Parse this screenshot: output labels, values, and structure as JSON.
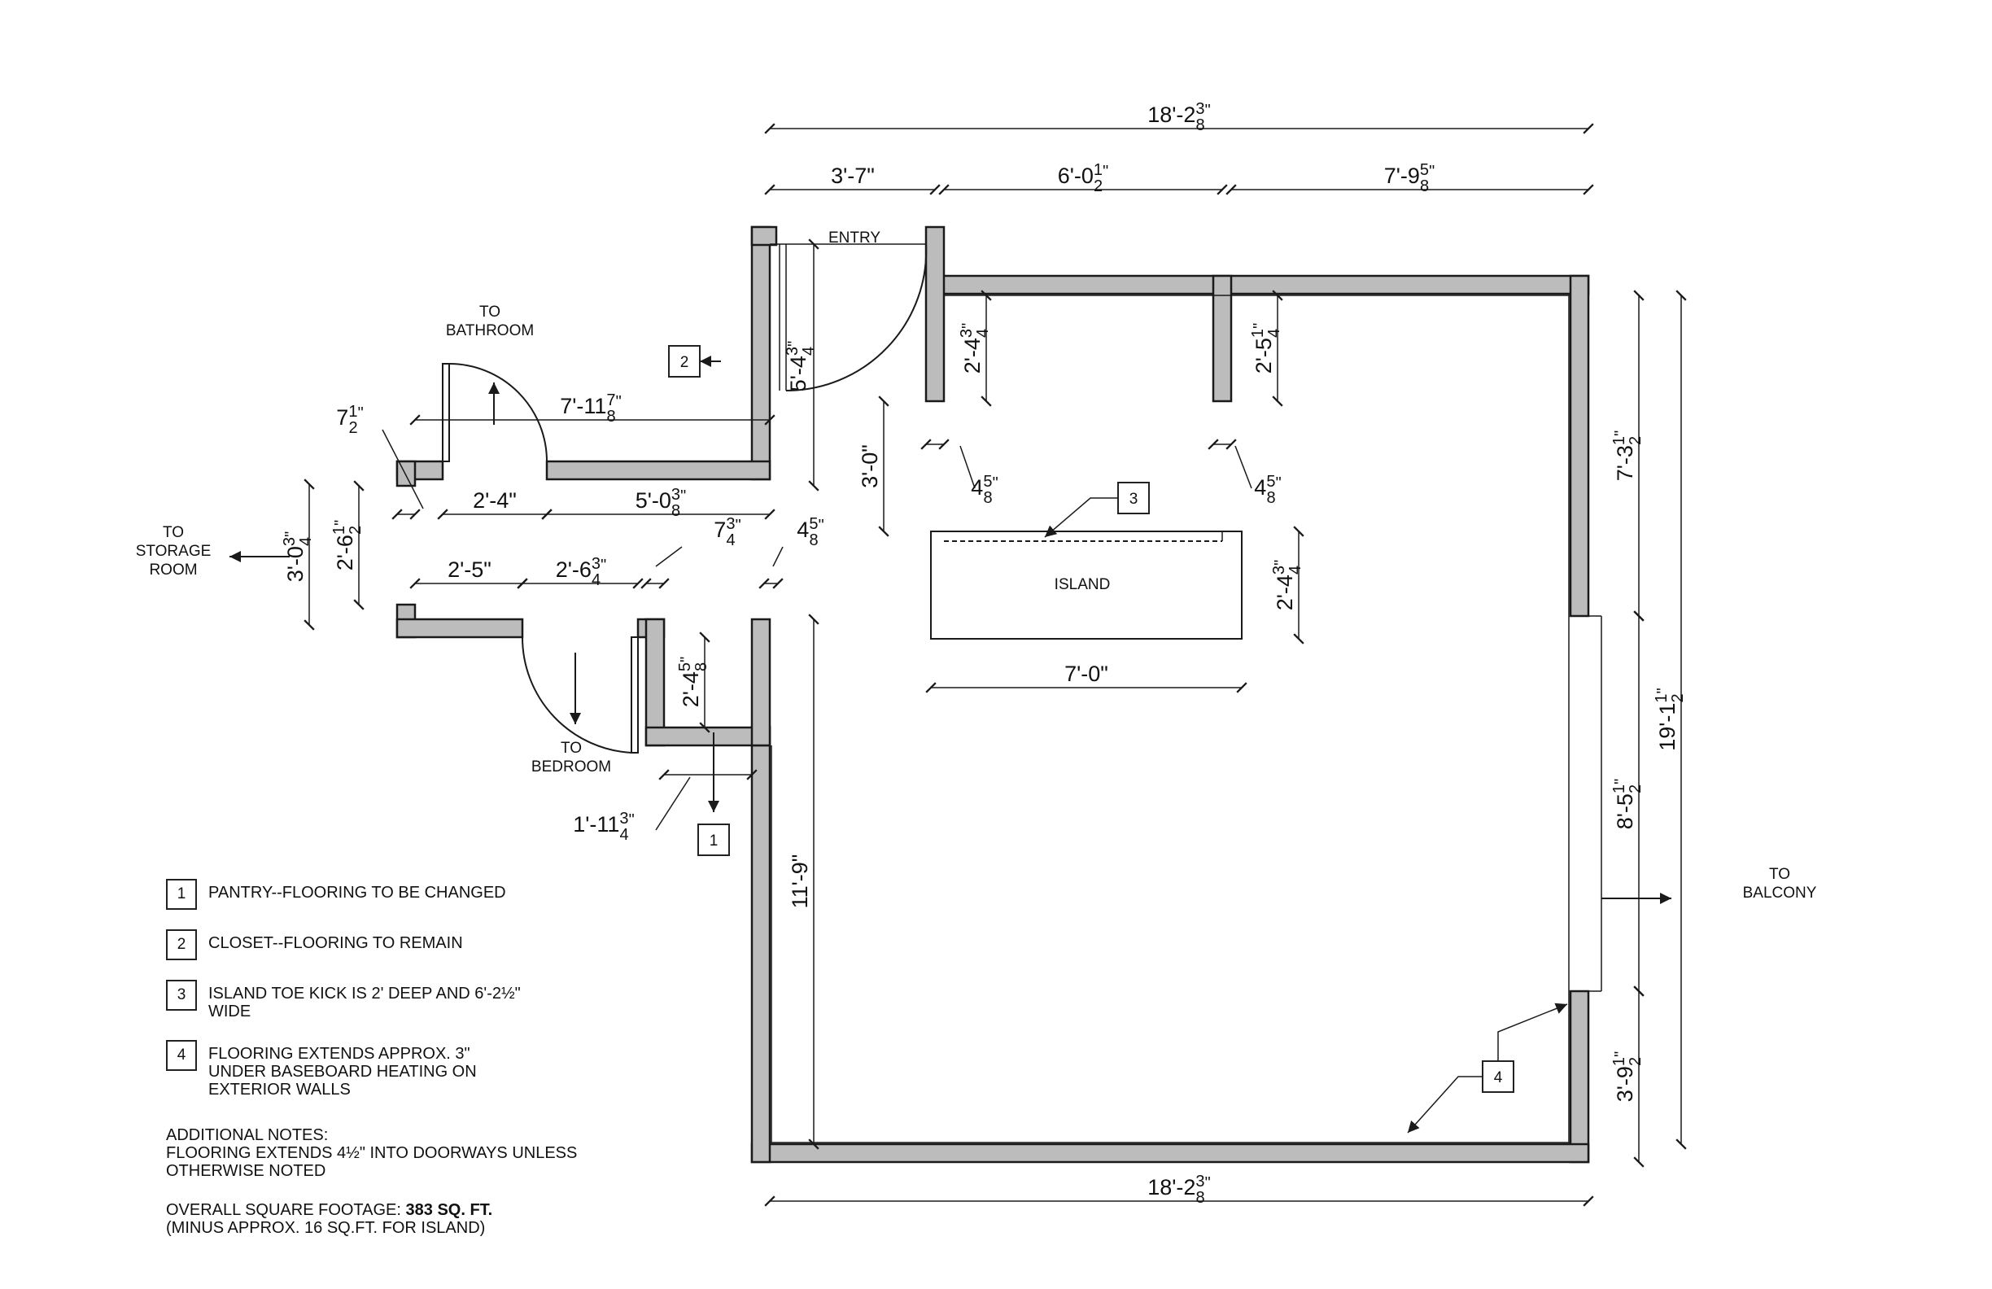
{
  "labels": {
    "entry": "ENTRY",
    "island": "ISLAND",
    "to_bathroom": [
      "TO",
      "BATHROOM"
    ],
    "to_storage": [
      "TO",
      "STORAGE",
      "ROOM"
    ],
    "to_bedroom": [
      "TO",
      "BEDROOM"
    ],
    "to_balcony": [
      "TO",
      "BALCONY"
    ]
  },
  "callouts": {
    "pantry": "1",
    "closet": "2",
    "island_kick": "3",
    "baseboard": "4"
  },
  "dimensions": {
    "top_overall": {
      "main": "18'-2",
      "num": "3",
      "den": "8",
      "mark": "\""
    },
    "bottom_overall": {
      "main": "18'-2",
      "num": "3",
      "den": "8",
      "mark": "\""
    },
    "entry_width": {
      "main": "3'-7\""
    },
    "mid_span": {
      "main": "6'-0",
      "num": "1",
      "den": "2",
      "mark": "\""
    },
    "right_span": {
      "main": "7'-9",
      "num": "5",
      "den": "8",
      "mark": "\""
    },
    "closet_depth": {
      "main": "5'-4",
      "num": "3",
      "den": "4",
      "mark": "\""
    },
    "hall_top": {
      "main": "7'-11",
      "num": "7",
      "den": "8",
      "mark": "\""
    },
    "trim_left": {
      "main": "7",
      "num": "1",
      "den": "2",
      "mark": "\""
    },
    "bath_door": {
      "main": "2'-4\""
    },
    "hall_mid": {
      "main": "5'-0",
      "num": "3",
      "den": "8",
      "mark": "\""
    },
    "bed_door": {
      "main": "2'-5\""
    },
    "hall_low": {
      "main": "2'-6",
      "num": "3",
      "den": "4",
      "mark": "\""
    },
    "trim_mid": {
      "main": "7",
      "num": "3",
      "den": "4",
      "mark": "\""
    },
    "trim_right": {
      "main": "4",
      "num": "5",
      "den": "8",
      "mark": "\""
    },
    "storage_outer": {
      "main": "3'-0",
      "num": "3",
      "den": "4",
      "mark": "\""
    },
    "storage_door": {
      "main": "2'-6",
      "num": "1",
      "den": "2",
      "mark": "\""
    },
    "pantry_depth": {
      "main": "2'-4",
      "num": "5",
      "den": "8",
      "mark": "\""
    },
    "pantry_width": {
      "main": "1'-11",
      "num": "3",
      "den": "4",
      "mark": "\""
    },
    "wall_a_depth": {
      "main": "2'-4",
      "num": "3",
      "den": "4",
      "mark": "\""
    },
    "wall_b_depth": {
      "main": "2'-5",
      "num": "1",
      "den": "4",
      "mark": "\""
    },
    "wall_a_thk": {
      "main": "4",
      "num": "5",
      "den": "8",
      "mark": "\""
    },
    "wall_b_thk": {
      "main": "4",
      "num": "5",
      "den": "8",
      "mark": "\""
    },
    "island_gap": {
      "main": "3'-0\""
    },
    "island_depth": {
      "main": "2'-4",
      "num": "3",
      "den": "4",
      "mark": "\""
    },
    "island_width": {
      "main": "7'-0\""
    },
    "room_length": {
      "main": "11'-9\""
    },
    "right_upper": {
      "main": "7'-3",
      "num": "1",
      "den": "2",
      "mark": "\""
    },
    "right_overall": {
      "main": "19'-1",
      "num": "1",
      "den": "2",
      "mark": "\""
    },
    "right_window": {
      "main": "8'-5",
      "num": "1",
      "den": "2",
      "mark": "\""
    },
    "right_lower": {
      "main": "3'-9",
      "num": "1",
      "den": "2",
      "mark": "\""
    }
  },
  "notes": [
    {
      "num": "1",
      "text": "PANTRY--FLOORING TO BE CHANGED"
    },
    {
      "num": "2",
      "text": "CLOSET--FLOORING TO REMAIN"
    },
    {
      "num": "3",
      "text": "ISLAND TOE KICK IS 2' DEEP AND 6'-2½\"\nWIDE"
    },
    {
      "num": "4",
      "text": "FLOORING EXTENDS APPROX. 3\"\nUNDER BASEBOARD HEATING ON\nEXTERIOR WALLS"
    }
  ],
  "additional": {
    "heading": "ADDITIONAL NOTES:",
    "line1": "FLOORING EXTENDS 4½\" INTO DOORWAYS UNLESS\nOTHERWISE NOTED",
    "sqft_label": "OVERALL SQUARE FOOTAGE: ",
    "sqft_value": "383 SQ. FT.",
    "sqft_note": "(MINUS APPROX. 16 SQ.FT. FOR ISLAND)"
  }
}
